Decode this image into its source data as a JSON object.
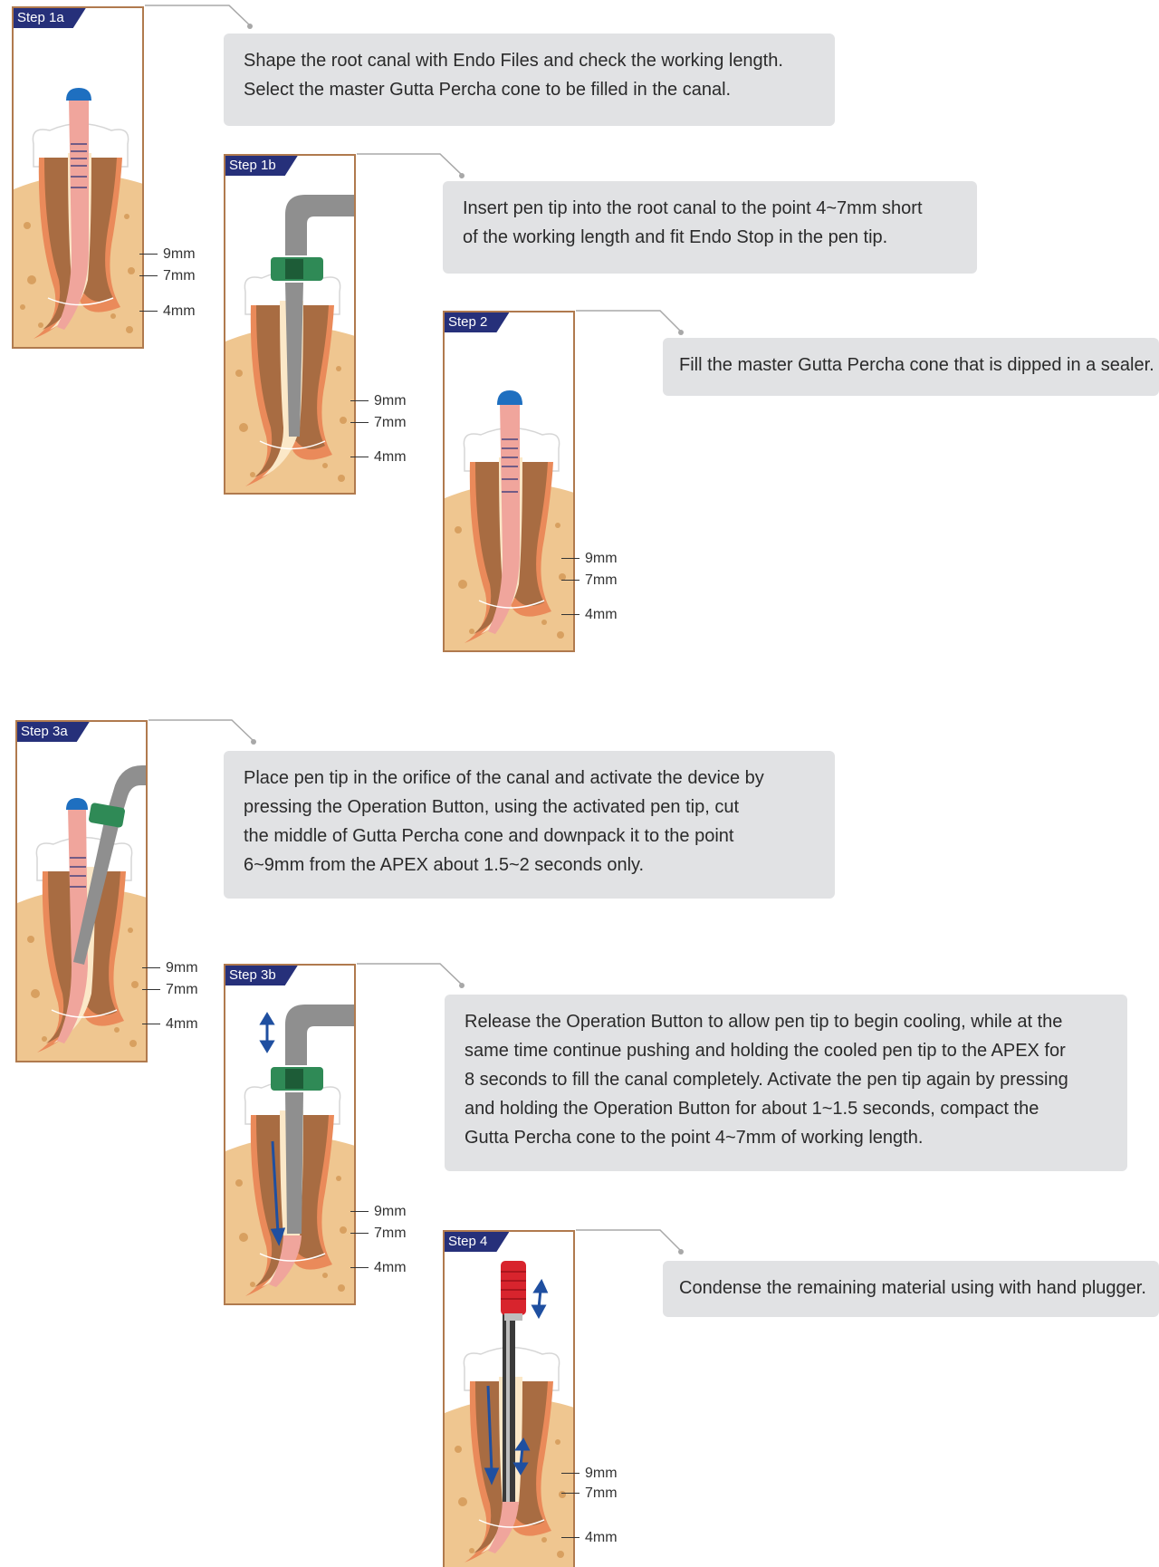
{
  "steps": [
    {
      "id": "1a",
      "label": "Step 1a",
      "text": "Shape the root canal with Endo Files and check the working length.\nSelect the master Gutta Percha cone to be filled in the canal."
    },
    {
      "id": "1b",
      "label": "Step 1b",
      "text": "Insert pen tip into the root canal to the point 4~7mm short\nof the working length and fit Endo Stop in the pen tip."
    },
    {
      "id": "2",
      "label": "Step 2",
      "text": "Fill the master Gutta Percha cone that is dipped in a sealer."
    },
    {
      "id": "3a",
      "label": "Step 3a",
      "text": "Place pen tip in the orifice of the canal and activate the device by\npressing the Operation Button, using the activated pen tip, cut\nthe middle of Gutta Percha cone and downpack it to the point\n6~9mm from the APEX about 1.5~2 seconds only."
    },
    {
      "id": "3b",
      "label": "Step 3b",
      "text": "Release the Operation Button to allow pen tip to begin cooling, while at the\nsame time continue pushing and holding the cooled pen tip to the APEX for\n8 seconds to fill the canal completely. Activate the pen tip again by pressing\nand holding the Operation Button for about 1~1.5 seconds, compact the\nGutta Percha cone to the point 4~7mm of working length."
    },
    {
      "id": "4",
      "label": "Step  4",
      "text": "Condense the remaining material using with hand plugger."
    }
  ],
  "markers": {
    "m9": "9mm",
    "m7": "7mm",
    "m4": "4mm"
  },
  "colors": {
    "step_tag": "#26307a",
    "panel_border": "#b07a4e",
    "bone": "#efc690",
    "root_dark": "#a86c42",
    "root_outer": "#ea8a5a",
    "cone": "#f0a59c",
    "cone_cap": "#1e6fc0",
    "pen_tip": "#8f8f8f",
    "endo_stop": "#2f8a56",
    "plugger_handle": "#d8242d",
    "arrow": "#1f4fa0",
    "text_box": "#e1e2e4"
  }
}
